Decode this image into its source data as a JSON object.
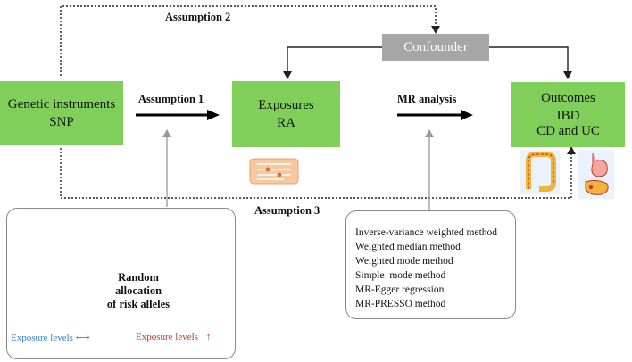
{
  "assumptions": {
    "a1": "Assumption 1",
    "a2": "Assumption 2",
    "a3": "Assumption 3"
  },
  "confounder": "Confounder",
  "mr_analysis": "MR analysis",
  "boxes": {
    "genetic": {
      "line1": "Genetic instruments",
      "line2": "SNP"
    },
    "exposures": {
      "line1": "Exposures",
      "line2": "RA"
    },
    "outcomes": {
      "line1": "Outcomes",
      "line2": "IBD",
      "line3": "CD and UC"
    }
  },
  "left_panel": {
    "random_allocation": "Random allocation",
    "of_risk_alleles": "of risk alleles",
    "exposure_left": "Exposure levels",
    "exposure_left_arrow": "⟷",
    "exposure_right": "Exposure levels",
    "exposure_right_arrow": "↑"
  },
  "methods": [
    "Inverse-variance weighted method",
    "Weighted median method",
    "Weighted mode method",
    "Simple  mode method",
    "MR-Egger regression",
    "MR-PRESSO method"
  ],
  "colors": {
    "green_box": "#7fcf5a",
    "confounder_box": "#a6a6a6",
    "blue_people": "#3a7ec8",
    "red_people": "#c0392b"
  }
}
